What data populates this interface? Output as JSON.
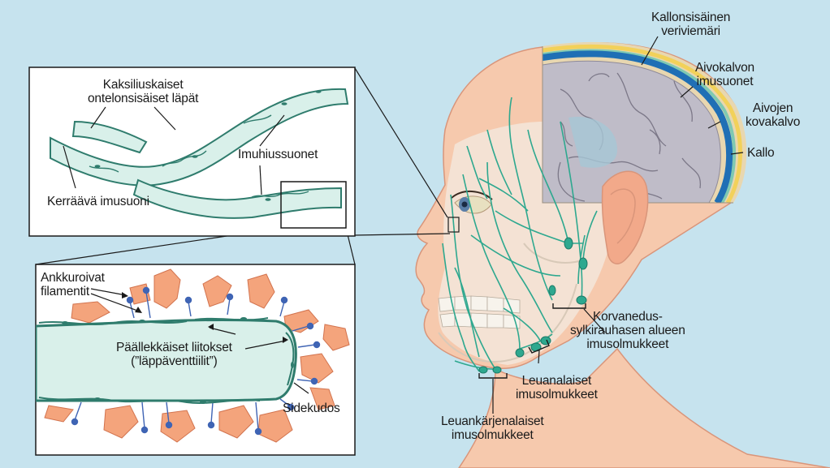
{
  "labels": {
    "kaksiliuskaiset": "Kaksiliuskaiset\nontelonsisäiset läpät",
    "imuhiussuonet": "Imuhiussuonet",
    "keraava": "Kerräävä imusuoni",
    "ankkuroivat": "Ankkuroivat\nfilamentit",
    "paallekkaiset": "Päällekkäiset liitokset\n(”läppäventtiilit”)",
    "sidekudos": "Sidekudos",
    "kallonsisainen": "Kallonsisäinen\nveriviemäri",
    "aivokalvon": "Aivokalvon\nimusuonet",
    "aivojen": "Aivojen\nkovakalvo",
    "kallo": "Kallo",
    "korvanedus": "Korvanedus-\nsylkirauhasen alueen\nimusolmukkeet",
    "leuanalaiset": "Leuanalaiset\nimusolmukkeet",
    "leuankarjenalaiset": "Leuankärjenalaiset\nimusolmukkeet"
  },
  "colors": {
    "background": "#c6e3ee",
    "skin": "#f6c9ad",
    "skin_outline": "#d9957a",
    "vessel": "#2ea88f",
    "lymph_fill": "#d9f0ea",
    "lymph_wall": "#2f7c6d",
    "cell": "#f4a47c",
    "filament_head": "#3f64b4",
    "brain": "#bfbcc8",
    "dura": "#1f6fb5",
    "skull": "#e8d7b0"
  }
}
